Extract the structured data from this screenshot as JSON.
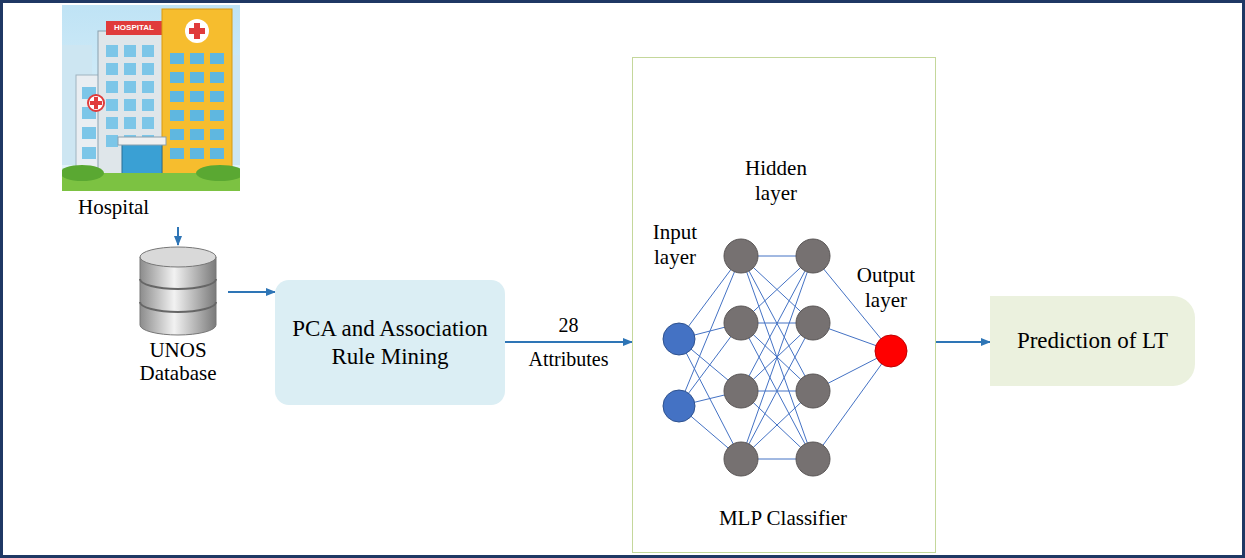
{
  "diagram": {
    "nodes": [
      {
        "text": [
          "Hospital"
        ]
      },
      {
        "text": [
          "UNOS Database"
        ]
      },
      {
        "text": [
          "PCA and Association Rule Mining"
        ]
      },
      {
        "text": [
          "Hidden layer",
          "Input layer",
          "Output layer",
          "MLP Classifier"
        ]
      },
      {
        "text": [
          "Prediction of LT"
        ]
      }
    ],
    "edges": [
      {
        "from": 0,
        "to": 1,
        "arrow": "to"
      },
      {
        "from": 1,
        "to": 2,
        "arrow": "to"
      },
      {
        "from": 2,
        "to": 3,
        "label": "28 Attributes",
        "arrow": "to"
      },
      {
        "from": 3,
        "to": 4,
        "arrow": "to"
      }
    ],
    "labels": [
      "HOSPITAL"
    ]
  }
}
